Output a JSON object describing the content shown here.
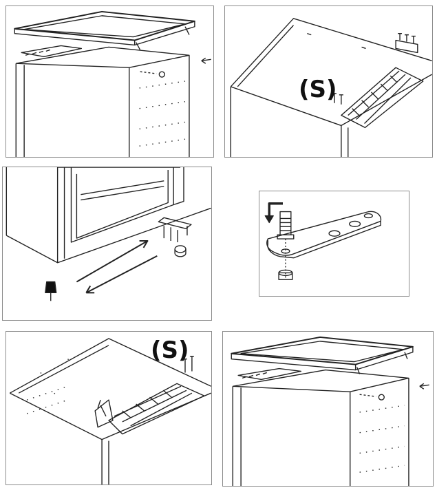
{
  "panels": {
    "step1": {
      "name": "remove-top-cover"
    },
    "step2": {
      "name": "remove-top-hinge",
      "label": "(S)"
    },
    "step3": {
      "name": "swap-bottom-hinge"
    },
    "step4": {
      "name": "hinge-pin-detail"
    },
    "step5": {
      "name": "refit-top-hinge",
      "label": "(S)"
    },
    "step6": {
      "name": "refit-top-cover"
    }
  },
  "colors": {
    "line": "#222222",
    "frame": "#8a8a8a",
    "dark": "#111111"
  }
}
